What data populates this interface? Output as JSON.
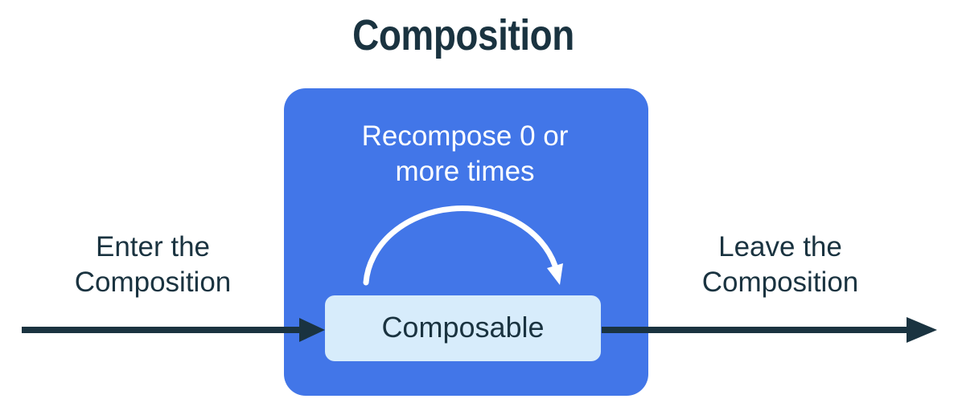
{
  "title": "Composition",
  "colors": {
    "blue": "#4276E8",
    "light_blue": "#D7ECFB",
    "navy": "#1A3340",
    "white": "#FFFFFF",
    "background": "#FFFFFF"
  },
  "composition_box": {
    "recompose_label": "Recompose 0 or\nmore times",
    "composable_label": "Composable"
  },
  "flow": {
    "enter_label": "Enter the\nComposition",
    "leave_label": "Leave the\nComposition"
  }
}
